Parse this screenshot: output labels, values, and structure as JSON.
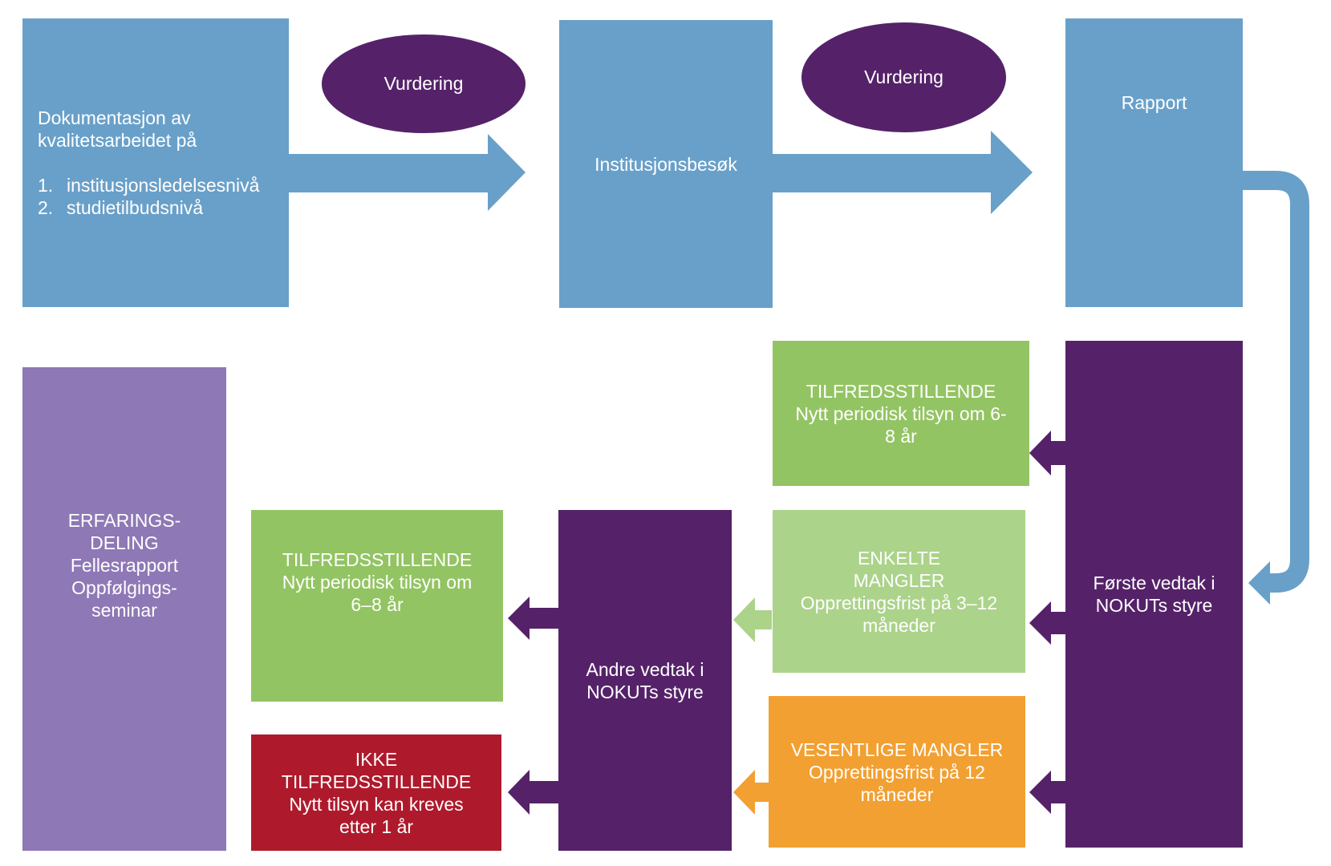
{
  "colors": {
    "blue": "#69A0C9",
    "dark_purple": "#552269",
    "lavender": "#8E78B5",
    "green": "#93C463",
    "light_green": "#ABD38A",
    "orange": "#F2A032",
    "red": "#AE1A2C"
  },
  "top_row": {
    "documentation": {
      "line1": "Dokumentasjon av",
      "line2": "kvalitetsarbeidet på",
      "items": [
        {
          "num": "1.",
          "text": "institusjonsledelsesnivå"
        },
        {
          "num": "2.",
          "text": "studietilbudsnivå"
        }
      ]
    },
    "assessment_1": "Vurdering",
    "institution_visit": "Institusjonsbesøk",
    "assessment_2": "Vurdering",
    "report": "Rapport"
  },
  "first_decision": {
    "line1": "Første vedtak i",
    "line2": "NOKUTs styre"
  },
  "first_outcomes": {
    "satisfactory": {
      "line1": "TILFREDSSTILLENDE",
      "line2": "Nytt periodisk tilsyn om 6-",
      "line3": "8 år"
    },
    "some_deficiencies": {
      "line1": "ENKELTE",
      "line2": "MANGLER",
      "line3": "Opprettingsfrist på 3–12",
      "line4": "måneder"
    },
    "significant_deficiencies": {
      "line1": "VESENTLIGE MANGLER",
      "line2": "Opprettingsfrist på 12",
      "line3": "måneder"
    }
  },
  "second_decision": {
    "line1": "Andre vedtak i",
    "line2": "NOKUTs styre"
  },
  "second_outcomes": {
    "satisfactory": {
      "line1": "TILFREDSSTILLENDE",
      "line2": "Nytt periodisk tilsyn om",
      "line3": "6–8 år"
    },
    "not_satisfactory": {
      "line1": "IKKE",
      "line2": "TILFREDSSTILLENDE",
      "line3": "Nytt tilsyn kan kreves",
      "line4": "etter 1 år"
    }
  },
  "experience_sharing": {
    "line1": "ERFARINGS-",
    "line2": "DELING",
    "line3": "Fellesrapport",
    "line4": "Oppfølgings-",
    "line5": "seminar"
  }
}
